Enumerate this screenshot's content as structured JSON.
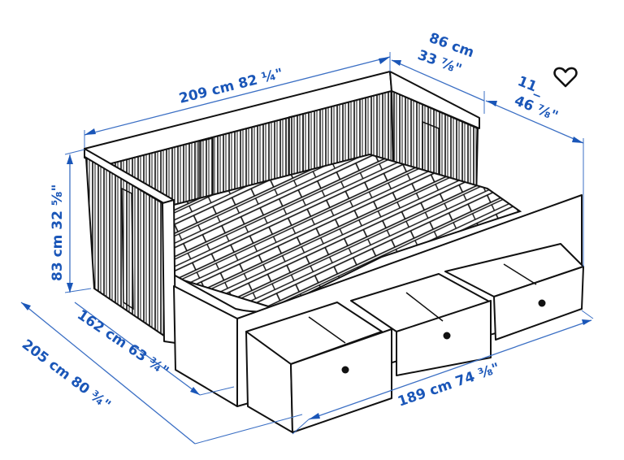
{
  "product": {
    "type": "Daybed frame with 3 drawers",
    "unit_primary": "cm",
    "unit_secondary": "inch"
  },
  "dimensions": {
    "length": {
      "cm": "209 cm",
      "inch": "82 ¼\"",
      "label": "209 cm 82 ¼\""
    },
    "depth_closed": {
      "cm": "86 cm",
      "inch": "33 ⅞\"",
      "label_cm": "86 cm",
      "label_inch": "33 ⅞\""
    },
    "depth_extended": {
      "cm": "11_",
      "inch": "46 ⅞\"",
      "label_cm": "11_",
      "label_inch": "46 ⅞\"",
      "note": "partially covered by heart icon"
    },
    "height": {
      "cm": "83 cm",
      "inch": "32 ⅝\"",
      "label": "83 cm 32 ⅝\""
    },
    "inner_width": {
      "cm": "162 cm",
      "inch": "63 ¾\"",
      "label": "162 cm 63 ¾\""
    },
    "outer_width": {
      "cm": "205 cm",
      "inch": "80 ¾\"",
      "label": "205 cm 80 ¾\""
    },
    "drawer_span": {
      "cm": "189 cm",
      "inch": "74 ⅜\"",
      "label": "189 cm 74 ⅜\""
    }
  },
  "colors": {
    "dimension_text": "#1a56b8",
    "dimension_line": "#3b6fc4",
    "drawing_ink": "#111111",
    "background": "#ffffff"
  },
  "overlay": {
    "favorite_icon": "heart-outline-icon"
  },
  "drawers": {
    "count": 3
  }
}
